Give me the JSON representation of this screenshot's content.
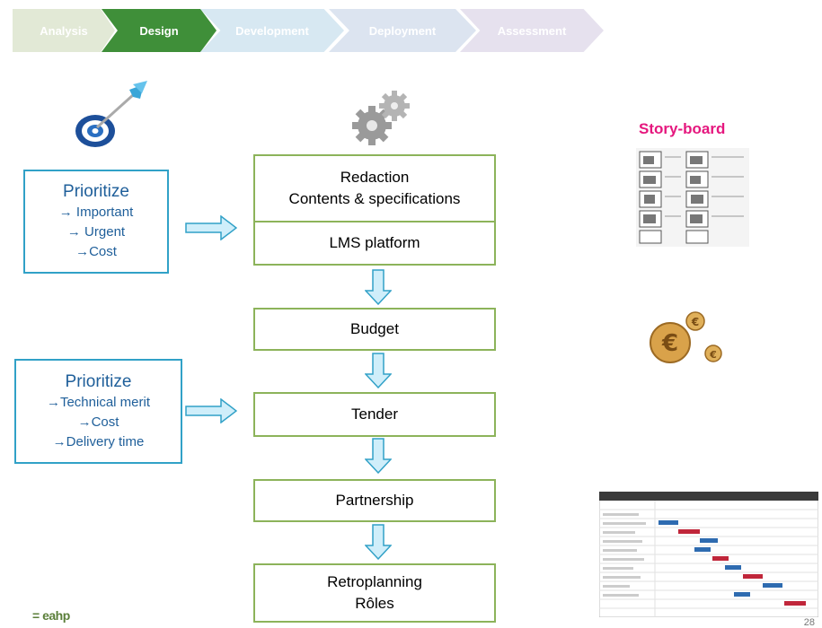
{
  "process": {
    "steps": [
      {
        "label": "Analysis",
        "color": "#e2e9d6"
      },
      {
        "label": "Design",
        "color": "#3f8f39"
      },
      {
        "label": "Development",
        "color": "#d7e8f2"
      },
      {
        "label": "Deployment",
        "color": "#dce4f0"
      },
      {
        "label": "Assessment",
        "color": "#e6e1ee"
      }
    ]
  },
  "left": {
    "box1": {
      "title": "Prioritize",
      "lines": [
        "→ Important",
        "→ Urgent",
        "→Cost"
      ]
    },
    "box2": {
      "title": "Prioritize",
      "lines": [
        "→Technical merit",
        "→Cost",
        "→Delivery time"
      ]
    }
  },
  "flow": {
    "redaction": {
      "line1": "Redaction",
      "line2": "Contents & specifications"
    },
    "lms": "LMS platform",
    "budget": "Budget",
    "tender": "Tender",
    "partnership": "Partnership",
    "retro": {
      "line1": "Retroplanning",
      "line2": "Rôles"
    }
  },
  "right": {
    "storyboard_title": "Story-board"
  },
  "footer": {
    "logo_text": "= eahp",
    "page_number": "28"
  },
  "icons": [
    "dart-target-icon",
    "gears-icon",
    "euro-coins-icon",
    "storyboard-image",
    "gantt-chart-image",
    "arrow-right-icon",
    "arrow-down-icon"
  ]
}
